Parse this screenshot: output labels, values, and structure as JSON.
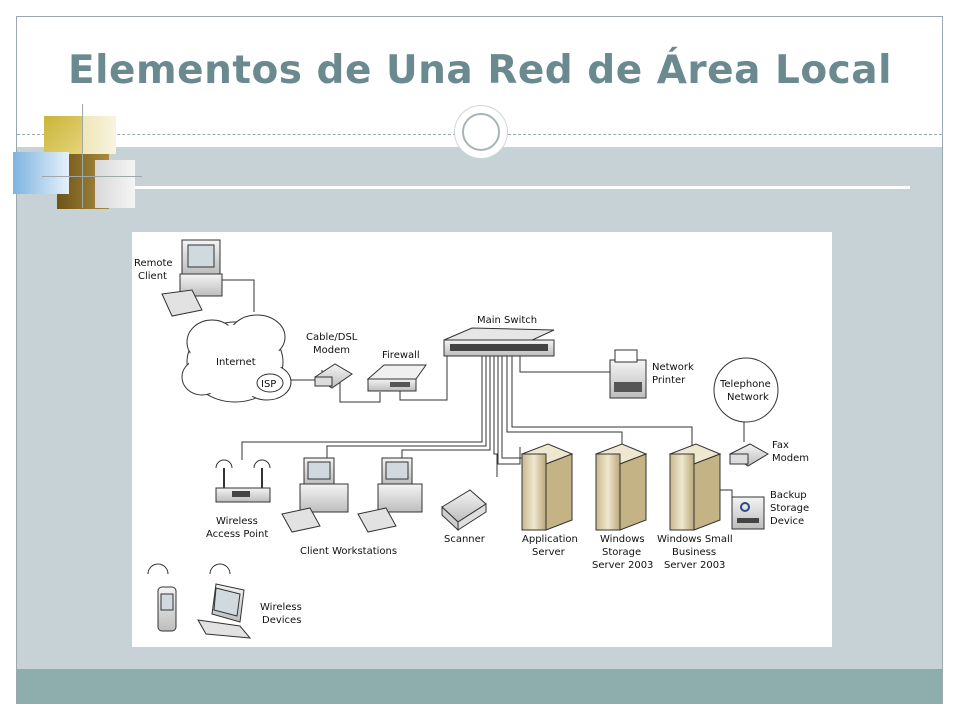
{
  "slide": {
    "title": "Elementos de Una Red de Área Local"
  },
  "diagram": {
    "remote_client": [
      "Remote",
      "Client"
    ],
    "internet": "Internet",
    "isp": "ISP",
    "cable_modem": [
      "Cable/DSL",
      "Modem"
    ],
    "firewall": "Firewall",
    "main_switch": "Main Switch",
    "network_printer": [
      "Network",
      "Printer"
    ],
    "telephone_network": [
      "Telephone",
      "Network"
    ],
    "fax_modem": [
      "Fax",
      "Modem"
    ],
    "backup_storage": [
      "Backup",
      "Storage",
      "Device"
    ],
    "wireless_ap": [
      "Wireless",
      "Access Point"
    ],
    "client_workstations": "Client Workstations",
    "scanner": "Scanner",
    "application_server": [
      "Application",
      "Server"
    ],
    "windows_storage_server": [
      "Windows",
      "Storage",
      "Server 2003"
    ],
    "windows_sbs": [
      "Windows Small",
      "Business",
      "Server 2003"
    ],
    "wireless_devices": [
      "Wireless",
      "Devices"
    ]
  },
  "colors": {
    "title": "#6a8a8f",
    "content_background": "#c6d2d6",
    "footer": "#8eaeae"
  }
}
